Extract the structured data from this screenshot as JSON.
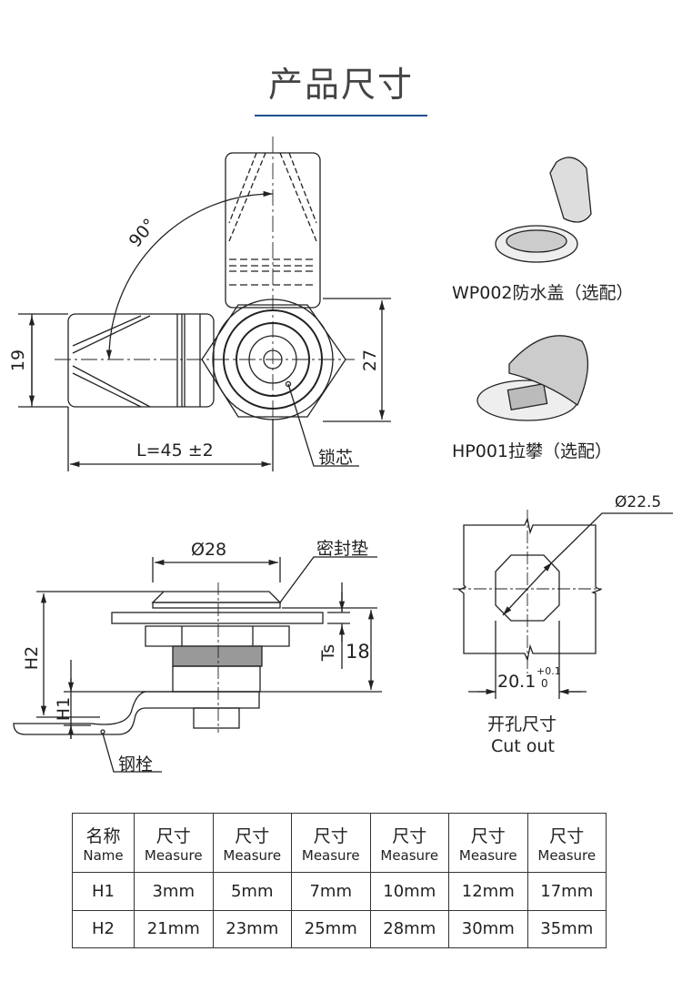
{
  "title": "产品尺寸",
  "colors": {
    "accent": "#1f4e8c",
    "line": "#222222"
  },
  "top_view": {
    "angle": "90°",
    "width_dim": "19",
    "hex_dim": "27",
    "length_dim": "L=45 ±2",
    "core_label": "锁芯"
  },
  "accessories": [
    {
      "label": "WP002防水盖（选配）",
      "icon": "waterproof-cover-icon"
    },
    {
      "label": "HP001拉攀（选配）",
      "icon": "pull-handle-icon"
    }
  ],
  "side_view": {
    "diameter": "Ø28",
    "gasket_label": "密封垫",
    "h2": "H2",
    "h1": "H1",
    "ts": "Ts",
    "ts_dim": "18",
    "pin_label": "钢栓"
  },
  "cutout": {
    "diameter": "Ø22.5",
    "width": "20.1",
    "tol_upper": "+0.1",
    "tol_lower": "0",
    "label_zh": "开孔尺寸",
    "label_en": "Cut out"
  },
  "table": {
    "header": [
      {
        "zh": "名称",
        "en": "Name"
      },
      {
        "zh": "尺寸",
        "en": "Measure"
      },
      {
        "zh": "尺寸",
        "en": "Measure"
      },
      {
        "zh": "尺寸",
        "en": "Measure"
      },
      {
        "zh": "尺寸",
        "en": "Measure"
      },
      {
        "zh": "尺寸",
        "en": "Measure"
      },
      {
        "zh": "尺寸",
        "en": "Measure"
      }
    ],
    "rows": [
      [
        "H1",
        "3mm",
        "5mm",
        "7mm",
        "10mm",
        "12mm",
        "17mm"
      ],
      [
        "H2",
        "21mm",
        "23mm",
        "25mm",
        "28mm",
        "30mm",
        "35mm"
      ]
    ]
  }
}
